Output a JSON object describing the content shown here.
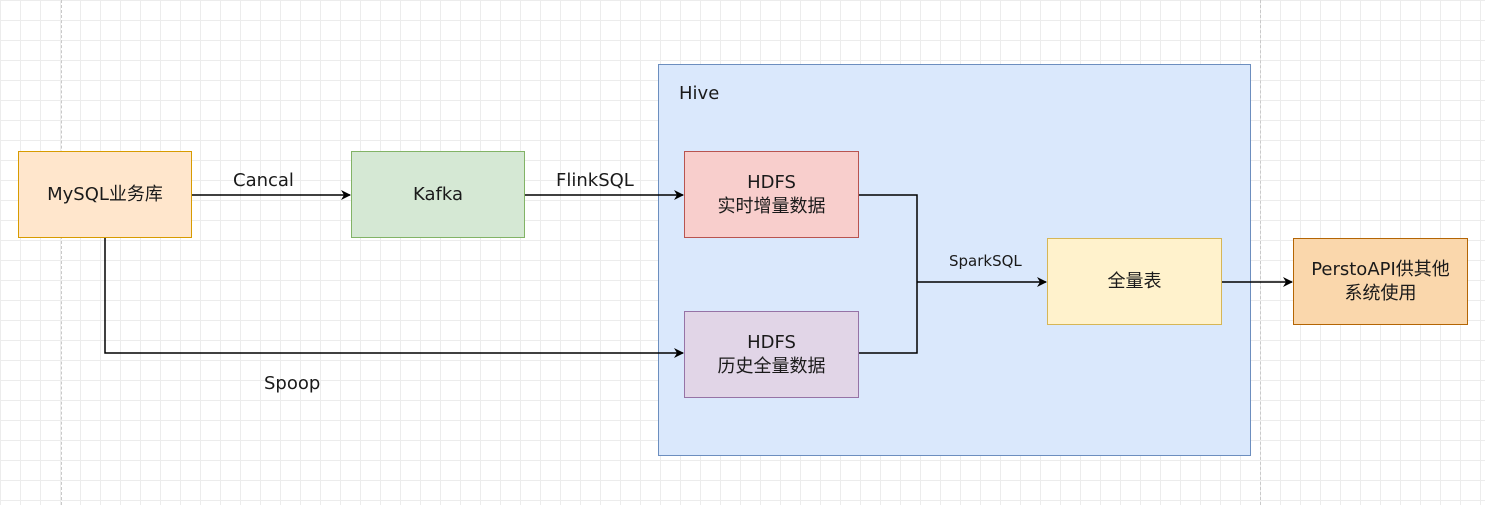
{
  "nodes": {
    "mysql": {
      "label": "MySQL业务库",
      "fill": "#ffe6cc",
      "stroke": "#d79b00"
    },
    "kafka": {
      "label": "Kafka",
      "fill": "#d5e8d4",
      "stroke": "#82b366"
    },
    "hdfs_realtime": {
      "line1": "HDFS",
      "line2": "实时增量数据",
      "fill": "#f8cecc",
      "stroke": "#b85450"
    },
    "hdfs_history": {
      "line1": "HDFS",
      "line2": "历史全量数据",
      "fill": "#e1d5e7",
      "stroke": "#9673a6"
    },
    "full_table": {
      "label": "全量表",
      "fill": "#fff2cc",
      "stroke": "#d6b656"
    },
    "presto": {
      "line1": "PerstoAPI供其他",
      "line2": "系统使用",
      "fill": "#fad7ac",
      "stroke": "#b46504"
    }
  },
  "container": {
    "label": "Hive",
    "fill": "#dae8fc",
    "stroke": "#6c8ebf"
  },
  "edges": {
    "cancal": "Cancal",
    "flinksql": "FlinkSQL",
    "sparksql": "SparkSQL",
    "spoop": "Spoop"
  }
}
